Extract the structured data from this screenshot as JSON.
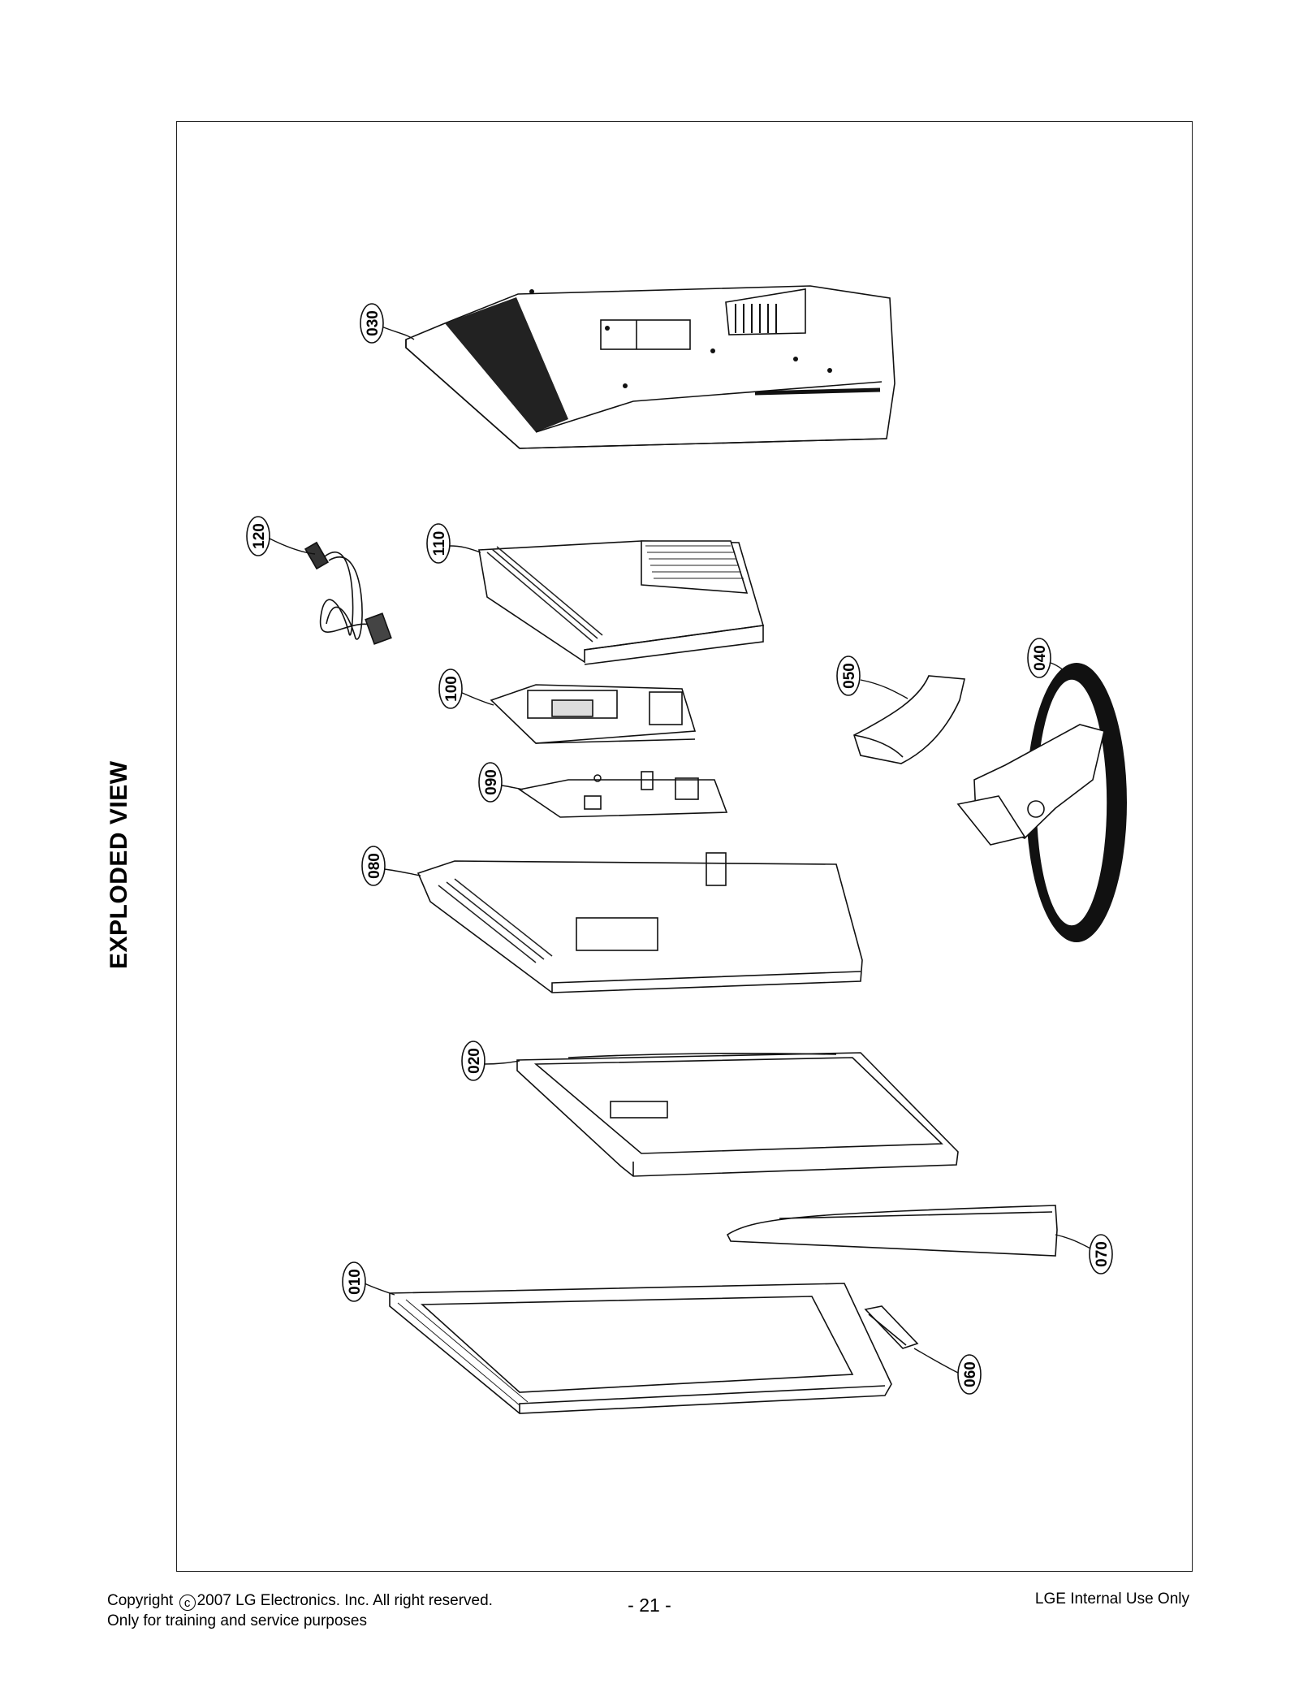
{
  "page": {
    "side_title": "EXPLODED VIEW"
  },
  "callouts": [
    {
      "id": "030"
    },
    {
      "id": "120"
    },
    {
      "id": "110"
    },
    {
      "id": "100"
    },
    {
      "id": "050"
    },
    {
      "id": "040"
    },
    {
      "id": "090"
    },
    {
      "id": "080"
    },
    {
      "id": "020"
    },
    {
      "id": "070"
    },
    {
      "id": "010"
    },
    {
      "id": "060"
    }
  ],
  "footer": {
    "copyright_prefix": "Copyright",
    "copyright_symbol": "c",
    "copyright_text": "2007 LG Electronics. Inc. All right reserved.",
    "training_note": "Only for training and service purposes",
    "page_number": "- 21 -",
    "internal_note": "LGE Internal Use Only"
  }
}
